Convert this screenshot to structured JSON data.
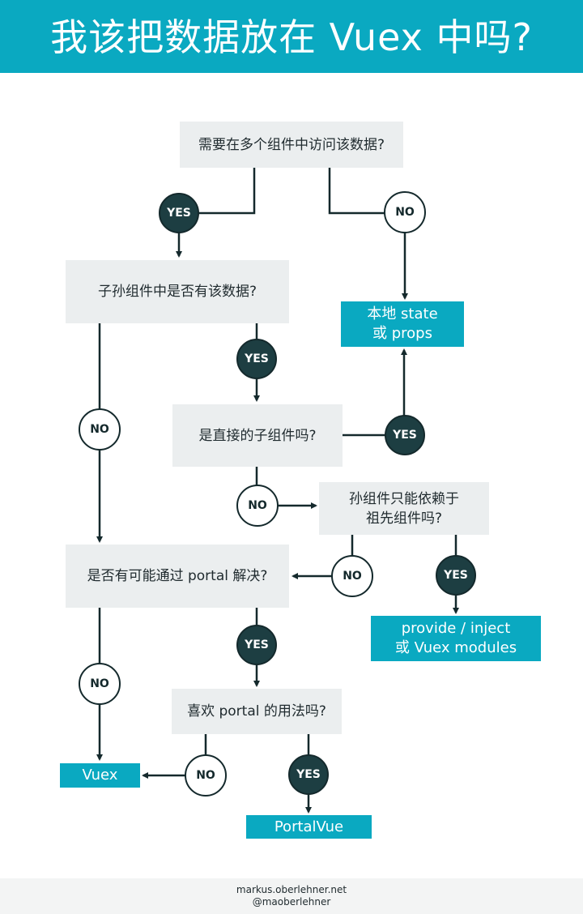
{
  "title": "我该把数据放在 Vuex 中吗?",
  "questions": {
    "q1": "需要在多个组件中访问该数据?",
    "q2": "子孙组件中是否有该数据?",
    "q3": "是直接的子组件吗?",
    "q4": "孙组件只能依赖于\n祖先组件吗?",
    "q5": "是否有可能通过 portal 解决?",
    "q6": "喜欢 portal 的用法吗?"
  },
  "answers": {
    "local": "本地 state\n或 props",
    "provide": "provide / inject\n或 Vuex modules",
    "vuex": "Vuex",
    "portalvue": "PortalVue"
  },
  "labels": {
    "yes": "YES",
    "no": "NO"
  },
  "footer": {
    "site": "markus.oberlehner.net",
    "handle": "@maoberlehner"
  },
  "colors": {
    "accent": "#0aa9c1",
    "dark": "#1d3e42",
    "box": "#ebeeef"
  }
}
